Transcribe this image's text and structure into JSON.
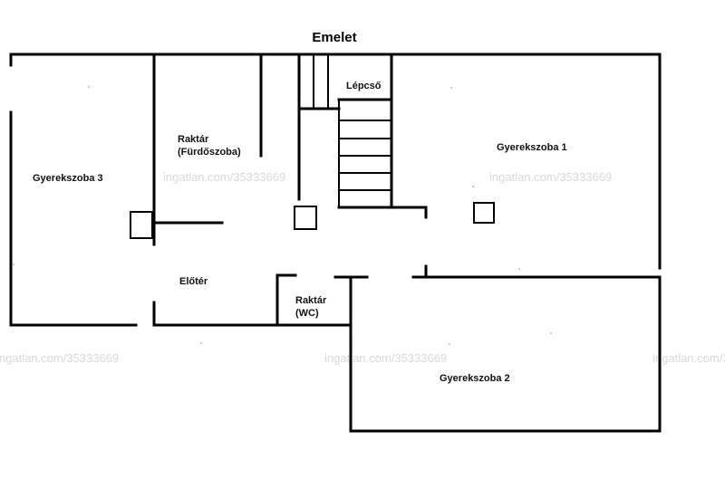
{
  "title": "Emelet",
  "watermark": "ingatlan.com/35333669",
  "rooms": {
    "gyerekszoba3": "Gyerekszoba 3",
    "raktar_furdo_1": "Raktár",
    "raktar_furdo_2": "(Fürdőszoba)",
    "lepcso": "Lépcső",
    "gyerekszoba1": "Gyerekszoba 1",
    "eloter": "Előtér",
    "raktar_wc_1": "Raktár",
    "raktar_wc_2": "(WC)",
    "gyerekszoba2": "Gyerekszoba 2"
  }
}
